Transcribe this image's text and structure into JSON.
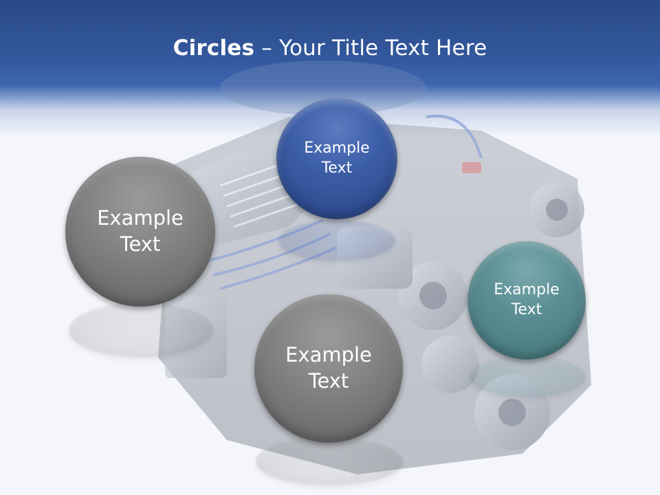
{
  "slide": {
    "title_bold": "Circles",
    "title_rest": " – Your Title Text Here"
  },
  "circles": {
    "left": {
      "line1": "Example",
      "line2": "Text"
    },
    "top": {
      "line1": "Example",
      "line2": "Text"
    },
    "right": {
      "line1": "Example",
      "line2": "Text"
    },
    "bottom": {
      "line1": "Example",
      "line2": "Text"
    }
  },
  "colors": {
    "header_blue": "#2a4a86",
    "circle_gray": "#7e7e7e",
    "circle_blue": "#34579c",
    "circle_teal": "#568a8f"
  },
  "images": {
    "background": "engine-photo"
  }
}
